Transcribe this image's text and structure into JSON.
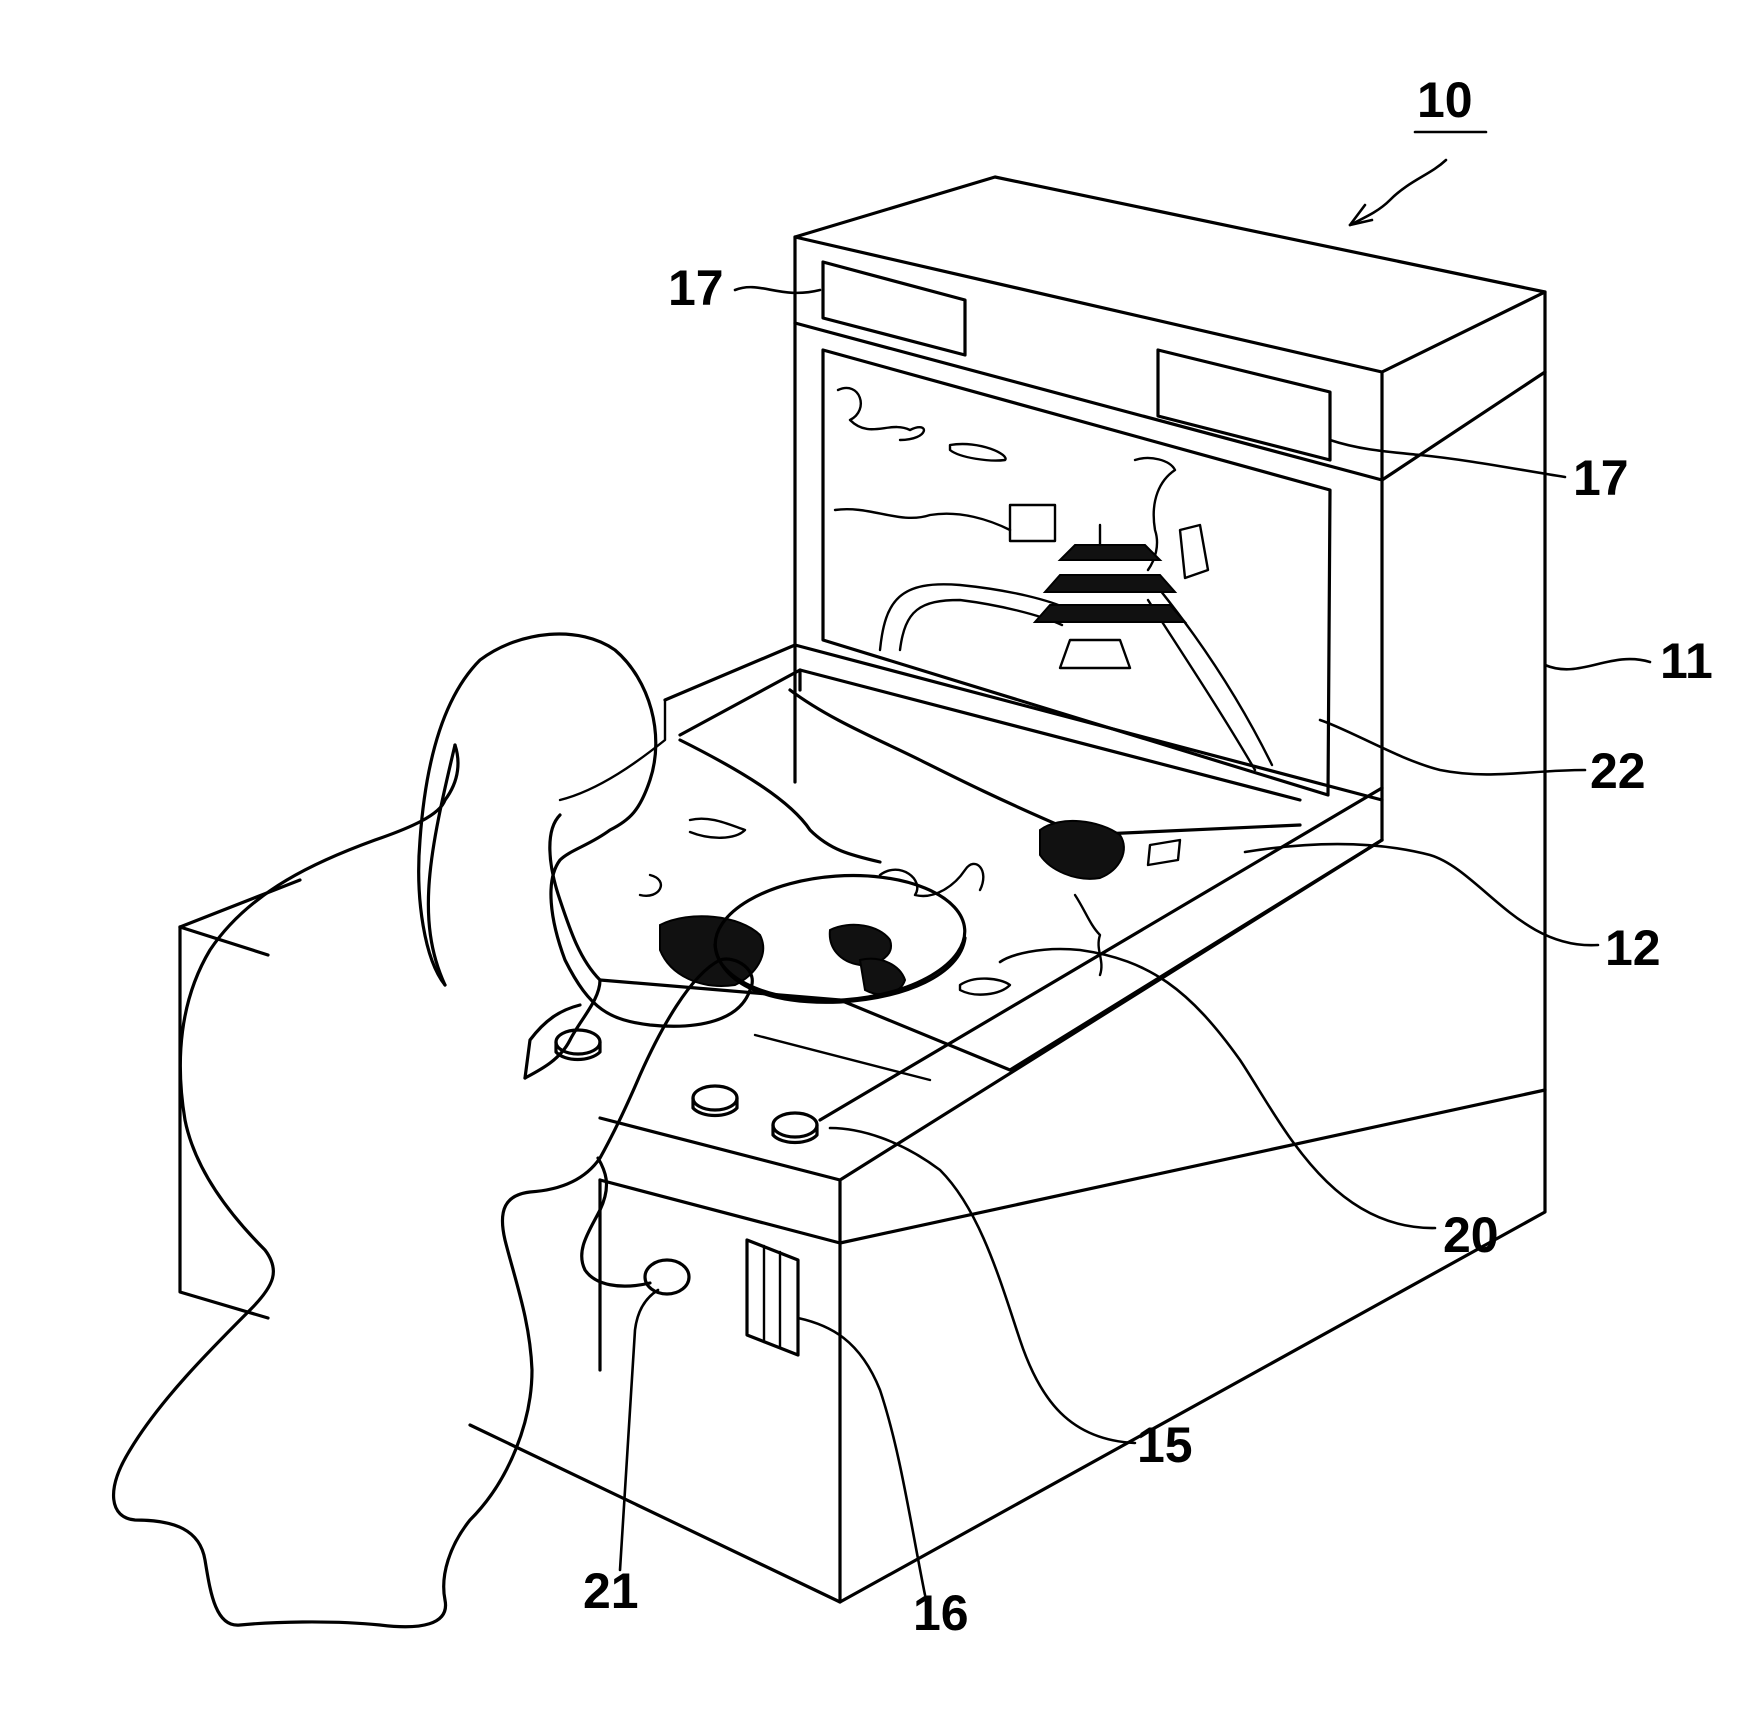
{
  "figure": {
    "reference_numerals": {
      "device": "10",
      "housing": "11",
      "play_field": "12",
      "button": "15",
      "card_slot": "16",
      "speaker_left": "17",
      "speaker_right": "17",
      "turntable": "20",
      "controller_cable": "21",
      "display_screen": "22"
    }
  }
}
